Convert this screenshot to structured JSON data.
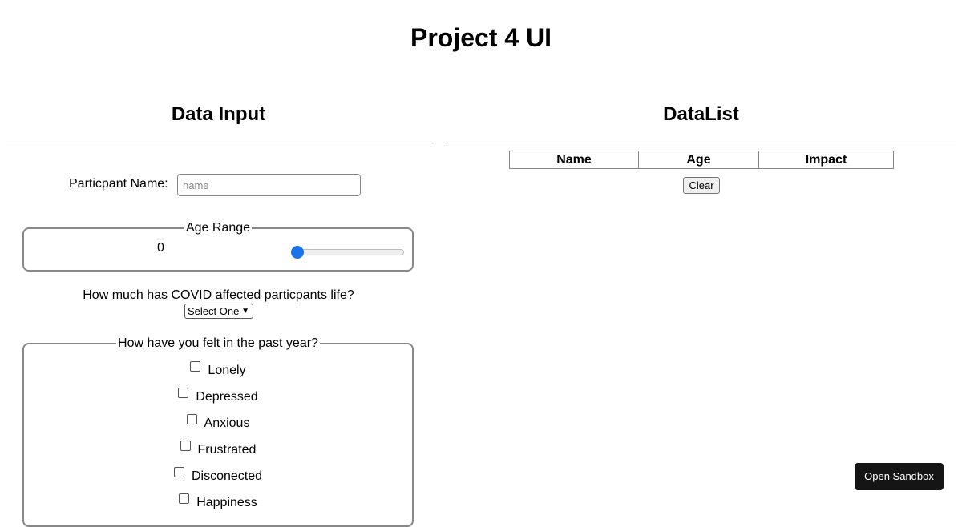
{
  "page": {
    "title": "Project 4 UI"
  },
  "data_input": {
    "heading": "Data Input",
    "name_label": "Particpant Name:",
    "name_placeholder": "name",
    "name_value": "",
    "age": {
      "legend": "Age Range",
      "value": "0",
      "slider_fraction": 0
    },
    "covid": {
      "question": "How much has COVID affected particpants life?",
      "selected": "Select One"
    },
    "feelings": {
      "legend": "How have you felt in the past year?",
      "options": [
        {
          "label": "Lonely",
          "checked": false
        },
        {
          "label": "Depressed",
          "checked": false
        },
        {
          "label": "Anxious",
          "checked": false
        },
        {
          "label": "Frustrated",
          "checked": false
        },
        {
          "label": "Disconected",
          "checked": false
        },
        {
          "label": "Happiness",
          "checked": false
        }
      ]
    }
  },
  "data_list": {
    "heading": "DataList",
    "columns": [
      "Name",
      "Age",
      "Impact"
    ],
    "rows": [],
    "clear_label": "Clear"
  },
  "sandbox": {
    "label": "Open Sandbox"
  },
  "colors": {
    "accent": "#1a73e8",
    "sandbox_bg": "#151515"
  }
}
